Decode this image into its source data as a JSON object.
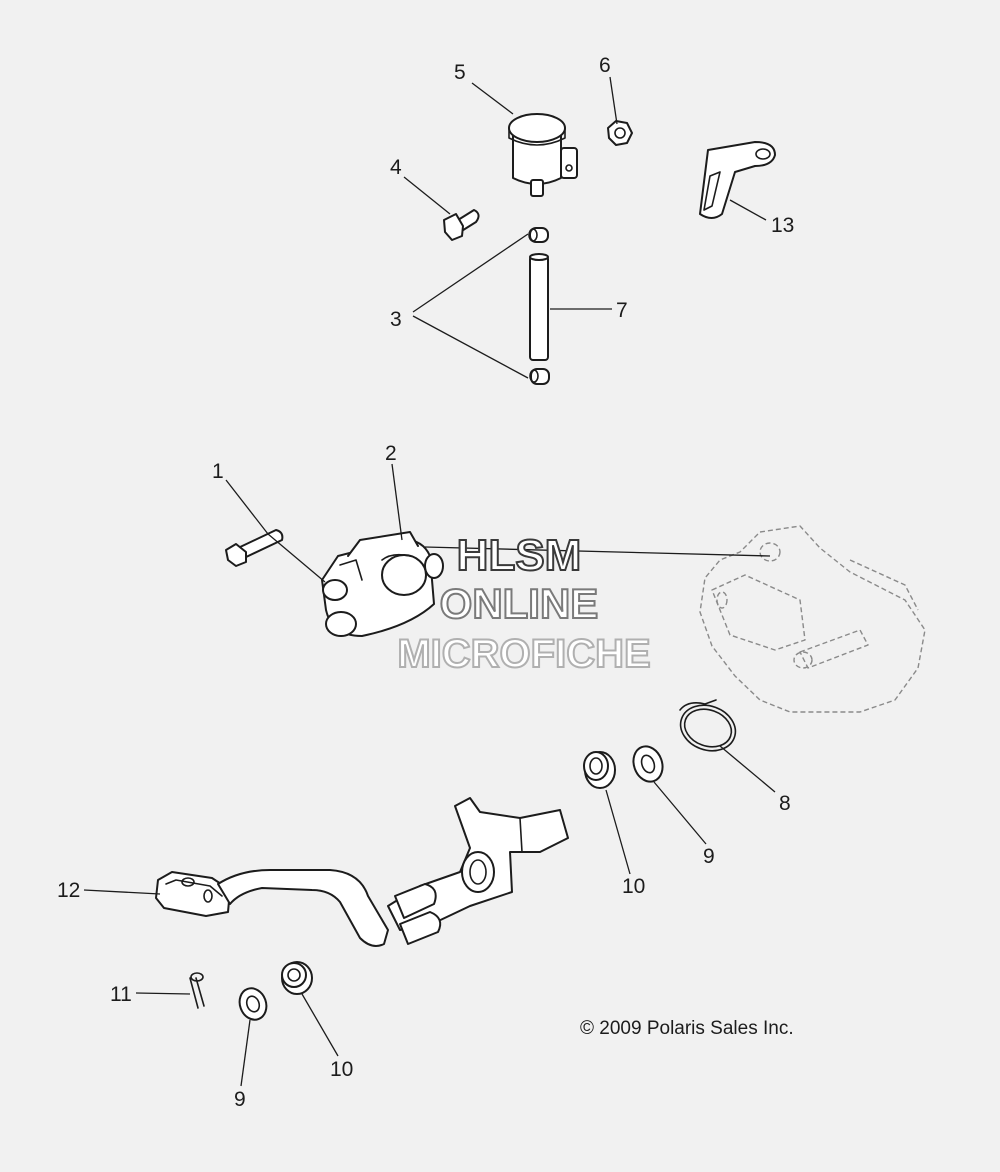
{
  "callouts": {
    "c1": "1",
    "c2": "2",
    "c3": "3",
    "c4": "4",
    "c5": "5",
    "c6": "6",
    "c7": "7",
    "c8": "8",
    "c9a": "9",
    "c9b": "9",
    "c10a": "10",
    "c10b": "10",
    "c11": "11",
    "c12": "12",
    "c13": "13"
  },
  "watermark": {
    "line1": "HLSM",
    "line2": "ONLINE",
    "line3": "MICROFICHE"
  },
  "copyright": "© 2009 Polaris Sales Inc.",
  "colors": {
    "background": "#f1f1f1",
    "line": "#1c1c1c",
    "watermark": "#8c8c8c"
  }
}
